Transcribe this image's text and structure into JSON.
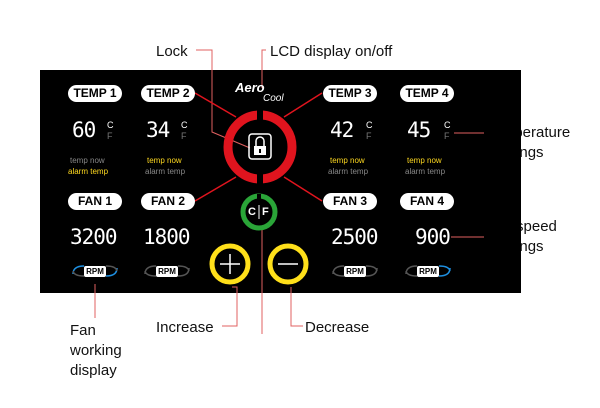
{
  "callouts": {
    "lock": "Lock",
    "lcd": "LCD display on/off",
    "temperature": [
      "Temperature",
      "readings"
    ],
    "fan_speed": [
      "Fan speed",
      "readings"
    ],
    "fan_working": [
      "Fan",
      "working",
      "display"
    ],
    "increase": "Increase",
    "decrease": "Decrease"
  },
  "logo": {
    "line1": "Aero",
    "line2": "Cool"
  },
  "temps": [
    {
      "label": "TEMP 1",
      "value": "60"
    },
    {
      "label": "TEMP 2",
      "value": "34"
    },
    {
      "label": "TEMP 3",
      "value": "42"
    },
    {
      "label": "TEMP 4",
      "value": "45"
    }
  ],
  "units": {
    "c": "C",
    "f": "F"
  },
  "temp_sub": {
    "now": "temp now",
    "alarm": "alarm temp"
  },
  "fans": [
    {
      "label": "FAN 1",
      "value": "3200"
    },
    {
      "label": "FAN 2",
      "value": "1800"
    },
    {
      "label": "FAN 3",
      "value": "2500"
    },
    {
      "label": "FAN 4",
      "value": "900"
    }
  ],
  "rpm_label": "RPM",
  "cf_toggle": {
    "c": "C",
    "sep": "/",
    "f": "F"
  },
  "colors": {
    "panel": "#000000",
    "lock_ring": "#e0141e",
    "cf_ring": "#2aa538",
    "adjust_ring": "#ffe01a",
    "highlight_text": "#ffd91f",
    "fan_arrow": "#1e8fe0"
  },
  "icons": {
    "lock": "padlock-icon",
    "increase": "plus-icon",
    "decrease": "minus-icon",
    "fan_working": "rotating-arrows-icon"
  }
}
